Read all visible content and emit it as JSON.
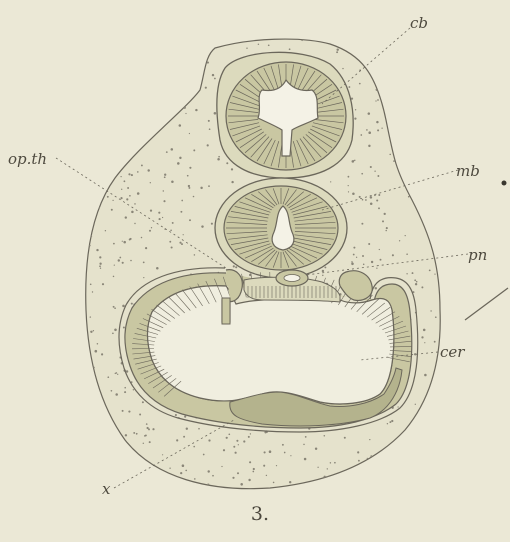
{
  "figure": {
    "number": "3.",
    "labels": {
      "cb": "cb",
      "op_th": "op.th",
      "mb": "mb",
      "pn": "pn",
      "cer": "cer",
      "x": "x"
    }
  },
  "colors": {
    "paper": "#ebe8d6",
    "ink": "#6b675b",
    "tissue": "#c9c7a2",
    "tissue_dark": "#b4b38d",
    "stipple": "#8a8678"
  }
}
